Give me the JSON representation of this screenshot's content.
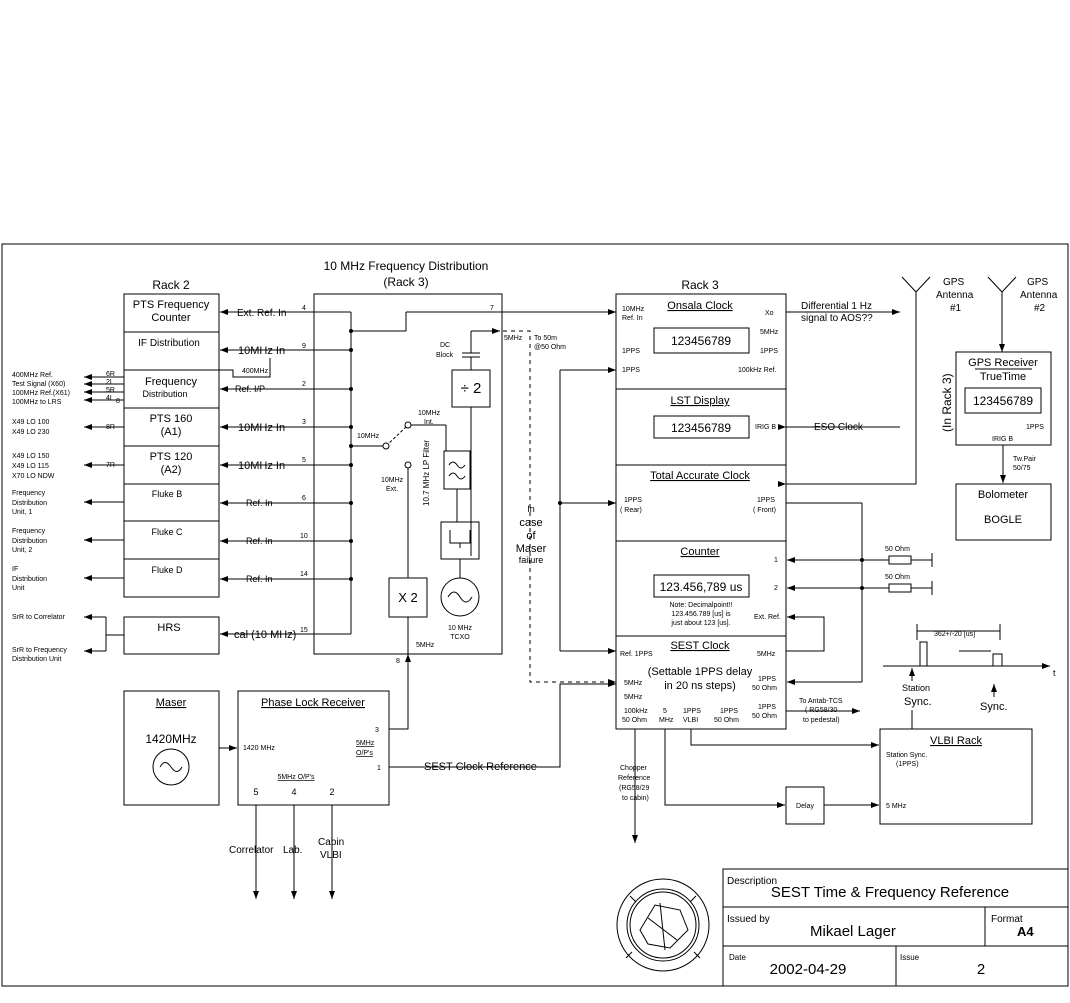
{
  "titles": {
    "rack2": "Rack 2",
    "dist1": "10 MHz Frequency Distribution",
    "dist2": "(Rack 3)",
    "rack3": "Rack 3"
  },
  "rack2": {
    "pts_freq_counter_1": "PTS Frequency",
    "pts_freq_counter_2": "Counter",
    "if_distribution": "IF Distribution",
    "freq_dist_1": "Frequency",
    "freq_dist_2": "Distribution",
    "pts160_1": "PTS 160",
    "pts160_2": "(A1)",
    "pts120_1": "PTS 120",
    "pts120_2": "(A2)",
    "fluke_b": "Fluke B",
    "fluke_c": "Fluke C",
    "fluke_d": "Fluke D",
    "hrs": "HRS"
  },
  "left_outputs": {
    "ref400": "400MHz Ref.",
    "test_signal": "Test Signal (X60)",
    "ref100_x61": "100MHz Ref.(X61)",
    "ref100_lrs": "100MHz to LRS",
    "x49_100": "X49 LO 100",
    "x49_230": "X49 LO 230",
    "x49_150": "X49 LO 150",
    "x49_115": "X49 LO 115",
    "x70_ndw": "X70 LO NDW",
    "fdu1_1": "Frequency",
    "fdu1_2": "Distribution",
    "fdu1_3": "Unit, 1",
    "fdu2_1": "Frequency",
    "fdu2_2": "Distribution",
    "fdu2_3": "Unit, 2",
    "ifdu_1": "IF",
    "ifdu_2": "Distribution",
    "ifdu_3": "Unit",
    "srr_corr": "SrR to Correlator",
    "srr_fdu_1": "SrR to Frequency",
    "srr_fdu_2": "Distribution Unit",
    "p6r": "6R",
    "p2l": "2L",
    "p5r": "5R",
    "p4l": "4L",
    "p8": "8",
    "p8r": "8R",
    "p7r": "7R"
  },
  "links": {
    "ext_ref_in": "Ext. Ref. In",
    "mhz10_in_a": "10MHz In",
    "mhz400": "400MHz",
    "ref_ip": "Ref. I/P",
    "mhz10_in_b": "10MHz In",
    "mhz10_in_c": "10MHz In",
    "ref_in_a": "Ref. In",
    "ref_in_b": "Ref. In",
    "ref_in_c": "Ref. In",
    "cal": "cal (10 MHz)",
    "n4": "4",
    "n9": "9",
    "n2": "2",
    "n3": "3",
    "n5": "5",
    "n6": "6",
    "n10": "10",
    "n14": "14",
    "n15": "15",
    "n7": "7",
    "n8": "8"
  },
  "dist": {
    "dc_block_1": "DC",
    "dc_block_2": "Block",
    "smhz": "5MHz",
    "div2": "÷ 2",
    "mhz10": "10MHz",
    "int_1": "10MHz",
    "int_2": "Int.",
    "ext_1": "10MHz",
    "ext_2": "Ext.",
    "lp_filter": "10.7 MHz LP Filter",
    "x2": "X 2",
    "tcxo_1": "10 MHz",
    "tcxo_2": "TCXO",
    "bottom_5mhz": "5MHz",
    "to_sest_1": "To 50m",
    "to_sest_2": "@50 Ohm",
    "maser_1": "In",
    "maser_2": "case",
    "maser_3": "of",
    "maser_4": "Maser",
    "maser_5": "failure"
  },
  "rack3": {
    "onsala_title": "Onsala Clock",
    "onsala_display": "123456789",
    "onsala_ref_1": "10MHz",
    "onsala_ref_2": "Ref. In",
    "onsala_xo": "Xo",
    "onsala_5mhz": "5MHz",
    "onsala_1pps_l1": "1PPS",
    "onsala_1pps_r": "1PPS",
    "onsala_1pps_l2": "1PPS",
    "onsala_100khz": "100kHz Ref.",
    "lst_title": "LST Display",
    "lst_display": "123456789",
    "lst_irig": "IRIG B",
    "tac_title": "Total Accurate Clock",
    "tac_rear_1": "1PPS",
    "tac_rear_2": "( Rear)",
    "tac_front_1": "1PPS",
    "tac_front_2": "( Front)",
    "counter_title": "Counter",
    "counter_display": "123.456,789 us",
    "counter_note_1": "Note: Decimalpoint!!",
    "counter_note_2": "123.456.789 [us] is",
    "counter_note_3": "just about 123 [us].",
    "counter_in1": "1",
    "counter_in2": "2",
    "counter_ext": "Ext. Ref.",
    "sest_title": "SEST Clock",
    "sest_ref": "Ref. 1PPS",
    "sest_5mhz_r": "5MHz",
    "sest_desc_1": "(Settable 1PPS delay",
    "sest_desc_2": "in 20 ns steps)",
    "sest_5mhz_l1": "5MHz",
    "sest_5mhz_l2": "5MHz",
    "sest_1pps_50_1": "1PPS",
    "sest_1pps_50_2": "50 Ohm",
    "sest_100khz_1": "100kHz",
    "sest_100khz_2": "50 Ohm",
    "sest_5_1": "5",
    "sest_5_2": "MHz",
    "sest_vlbi_1": "1PPS",
    "sest_vlbi_2": "VLBI",
    "sest_1pps_b_1": "1PPS",
    "sest_1pps_b_2": "50 Ohm",
    "sest_1pps_c_1": "1PPS",
    "sest_1pps_c_2": "50 Ohm"
  },
  "right": {
    "diff_1hz_1": "Differential 1 Hz",
    "diff_1hz_2": "signal to AOS??",
    "gps1_1": "GPS",
    "gps1_2": "Antenna",
    "gps1_3": "#1",
    "gps2_1": "GPS",
    "gps2_2": "Antenna",
    "gps2_3": "#2",
    "gps_rcv_1": "GPS Receiver",
    "gps_rcv_2": "TrueTime",
    "gps_display": "123456789",
    "gps_1pps": "1PPS",
    "gps_irig": "IRIG B",
    "in_rack3": "(In Rack 3)",
    "eso_clock": "ESO Clock",
    "twpair_1": "Tw.Pair",
    "twpair_2": "50/75",
    "bolometer": "Bolometer",
    "bogle": "BOGLE",
    "ohm50_a": "50 Ohm",
    "ohm50_b": "50 Ohm",
    "timing": "362+/-20 [us]",
    "t": "t",
    "station_sync_1": "Station",
    "station_sync_2": "Sync.",
    "sync": "Sync.",
    "antab_1": "To Antab-TCS",
    "antab_2": "( RG58/30",
    "antab_3": "to pedestal)",
    "vlbi_rack": "VLBI Rack",
    "vlbi_station_1": "Station Sync.",
    "vlbi_station_2": "(1PPS)",
    "vlbi_5mhz": "5 MHz",
    "delay": "Delay",
    "chopper_1": "Chopper",
    "chopper_2": "Reference",
    "chopper_3": "(RG58/29",
    "chopper_4": "to cabin)"
  },
  "bottom": {
    "maser": "Maser",
    "maser_freq": "1420MHz",
    "plr_title": "Phase Lock Receiver",
    "plr_1420": "1420 MHz",
    "plr_out3": "3",
    "plr_5mhz_1": "5MHz",
    "plr_5mhz_2": "O/P's",
    "plr_out1": "1",
    "plr_bottom_label": "5MHz O/P's",
    "plr_p5": "5",
    "plr_p4": "4",
    "plr_p2": "2",
    "sest_ref_label": "SEST Clock Reference",
    "correlator": "Correlator",
    "lab": "Lab.",
    "cabin_1": "Cabin",
    "cabin_2": "VLBI"
  },
  "title_block": {
    "desc_label": "Description",
    "desc_value": "SEST Time & Frequency Reference",
    "issued_label": "Issued by",
    "issued_value": "Mikael Lager",
    "format_label": "Format",
    "format_value": "A4",
    "date_label": "Date",
    "date_value": "2002-04-29",
    "issue_label": "Issue",
    "issue_value": "2"
  }
}
